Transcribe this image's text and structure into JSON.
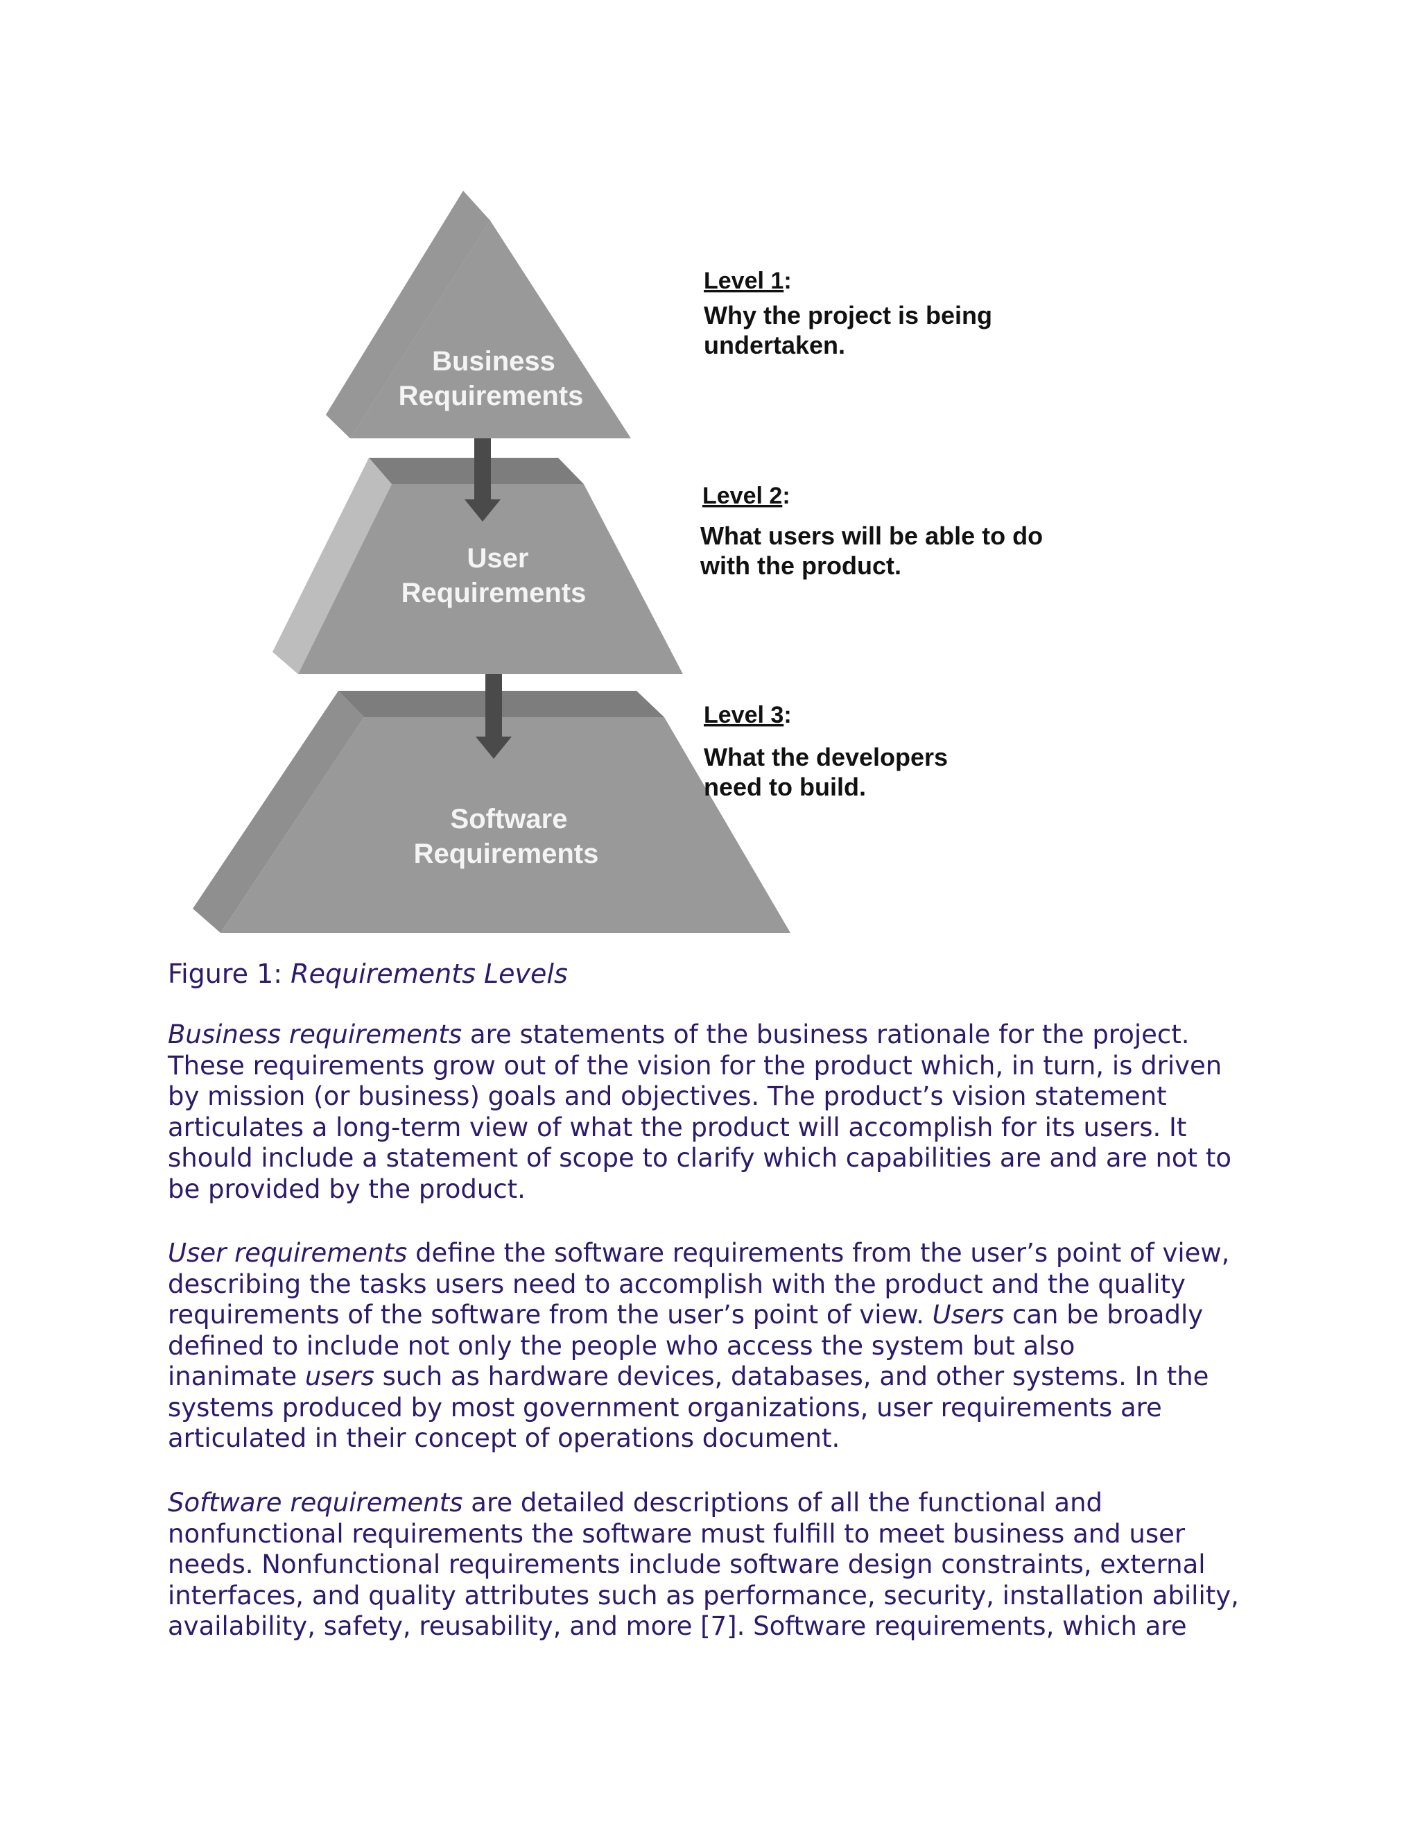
{
  "figure": {
    "tiers": [
      {
        "label_line1": "Business",
        "label_line2": "Requirements"
      },
      {
        "label_line1": "User",
        "label_line2": "Requirements"
      },
      {
        "label_line1": "Software",
        "label_line2": "Requirements"
      }
    ],
    "levels": [
      {
        "heading_word": "Level 1",
        "heading_colon": ":",
        "line1": "Why the project is being",
        "line2": "undertaken."
      },
      {
        "heading_word": "Level 2",
        "heading_colon": ":",
        "line1": "What users will be able to do",
        "line2": "with the product."
      },
      {
        "heading_word": "Level 3",
        "heading_colon": ":",
        "line1": "What the developers",
        "line2": "need to build."
      }
    ],
    "colors": {
      "tier_front": "#999999",
      "tier_top": "#7d7d7d",
      "tier_side_light": "#bdbdbd",
      "tier_side_dark": "#8a8a8a",
      "arrow": "#4a4a4a",
      "tier_label": "#f4f4f4"
    }
  },
  "caption": {
    "prefix": "Figure 1: ",
    "title": "Requirements Levels"
  },
  "paragraphs": {
    "business": [
      {
        "em": "Business requirements",
        "text": " are statements of the business rationale for the project."
      },
      {
        "text": "These requirements grow out of the vision for the product which, in turn, is driven"
      },
      {
        "text": "by mission (or business) goals and objectives. The product’s vision statement"
      },
      {
        "text": "articulates a long-term view of what the product will accomplish for its users. It"
      },
      {
        "text": "should include a statement of scope to clarify which capabilities are and are not to"
      },
      {
        "text": "be provided by the product."
      }
    ],
    "user": [
      {
        "em": "User requirements",
        "text": " define the software requirements from the user’s point of view,"
      },
      {
        "text": "describing the tasks users need to accomplish with the product and the quality"
      },
      {
        "pre": "requirements of the software from the user’s point of view. ",
        "em": "Users",
        "text": " can be broadly"
      },
      {
        "text": "defined to include not only the people who access the system but also"
      },
      {
        "pre": "inanimate ",
        "em": "users",
        "text": " such as hardware devices, databases, and other systems. In the"
      },
      {
        "text": "systems produced by most government organizations, user requirements are"
      },
      {
        "text": "articulated in their concept of operations document."
      }
    ],
    "software": [
      {
        "em": "Software requirements",
        "text": " are detailed descriptions of all the functional and"
      },
      {
        "text": "nonfunctional requirements the software must fulfill to meet business and user"
      },
      {
        "text": "needs. Nonfunctional requirements include software design constraints, external"
      },
      {
        "text": "interfaces, and quality attributes such as performance, security, installation ability,"
      },
      {
        "text": "availability, safety, reusability, and more [7]. Software requirements, which are"
      }
    ]
  }
}
